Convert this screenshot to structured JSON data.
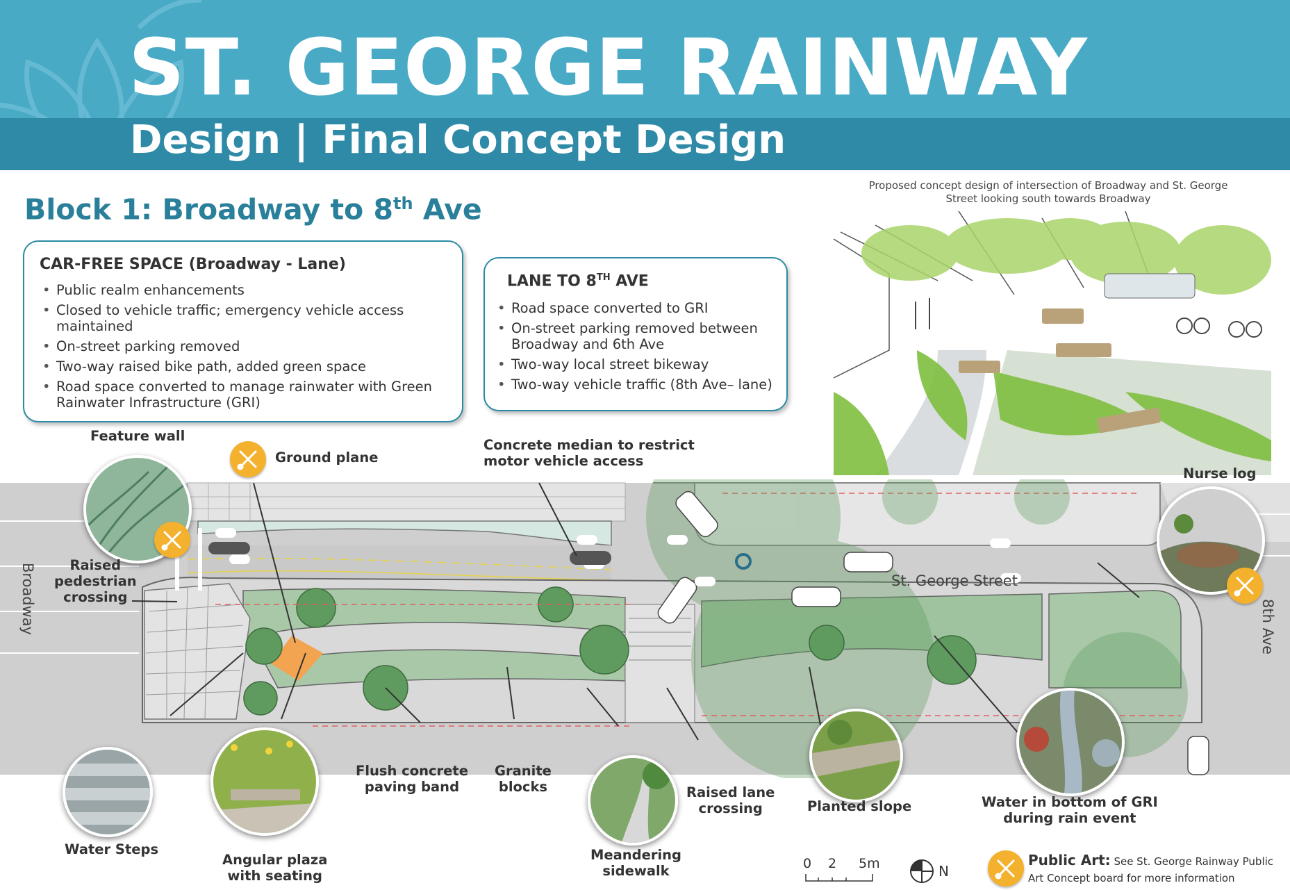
{
  "header": {
    "title": "ST. GEORGE RAINWAY",
    "subtitle": "Design | Final Concept Design"
  },
  "block": {
    "title_main": "Block 1: Broadway to 8",
    "title_sup": "th",
    "title_end": " Ave"
  },
  "box_car_free": {
    "heading": "CAR-FREE SPACE (Broadway - Lane)",
    "items": [
      "Public realm enhancements",
      "Closed to vehicle traffic; emergency vehicle access maintained",
      "On-street parking removed",
      "Two-way raised bike path, added green space",
      "Road space converted to manage rainwater with Green Rainwater Infrastructure (GRI)"
    ]
  },
  "box_lane": {
    "heading_main": "LANE TO 8",
    "heading_sup": "TH",
    "heading_end": " AVE",
    "items": [
      "Road space converted to GRI",
      "On-street parking removed between Broadway and 6th Ave",
      "Two-way local street bikeway",
      "Two-way vehicle traffic (8th Ave– lane)"
    ]
  },
  "sketch_caption": "Proposed concept design of intersection of Broadway and St. George Street looking south towards Broadway",
  "streets": {
    "broadway": "Broadway",
    "st_george": "St. George Street",
    "eighth_ave": "8th Ave"
  },
  "callouts": {
    "feature_wall": "Feature wall",
    "ground_plane": "Ground plane",
    "concrete_median_1": "Concrete median to restrict",
    "concrete_median_2": "motor vehicle access",
    "nurse_log": "Nurse log",
    "raised_ped_1": "Raised",
    "raised_ped_2": "pedestrian",
    "raised_ped_3": "crossing",
    "water_steps": "Water Steps",
    "angular_plaza_1": "Angular plaza",
    "angular_plaza_2": "with seating",
    "flush_concrete_1": "Flush concrete",
    "flush_concrete_2": "paving band",
    "granite_1": "Granite",
    "granite_2": "blocks",
    "meandering_1": "Meandering",
    "meandering_2": "sidewalk",
    "raised_lane_1": "Raised lane",
    "raised_lane_2": "crossing",
    "planted_slope": "Planted slope",
    "water_gri_1": "Water in bottom of GRI",
    "water_gri_2": "during rain event"
  },
  "scale_bar": {
    "t0": "0",
    "t2": "2",
    "t5": "5m"
  },
  "north": "N",
  "legend": {
    "title": "Public Art:",
    "text": "See St. George Rainway Public Art Concept board for more information"
  },
  "colors": {
    "header_light": "#49aac6",
    "header_dark": "#2f8aa7",
    "teal_text": "#2a7f9a",
    "road": "#cdcdcd",
    "planting": "#8fb58f",
    "art_orange": "#f4b12e"
  },
  "icons": [
    "lotus-logo-icon",
    "public-art-icon",
    "north-arrow-icon",
    "bike-symbol-icon",
    "car-icon"
  ]
}
